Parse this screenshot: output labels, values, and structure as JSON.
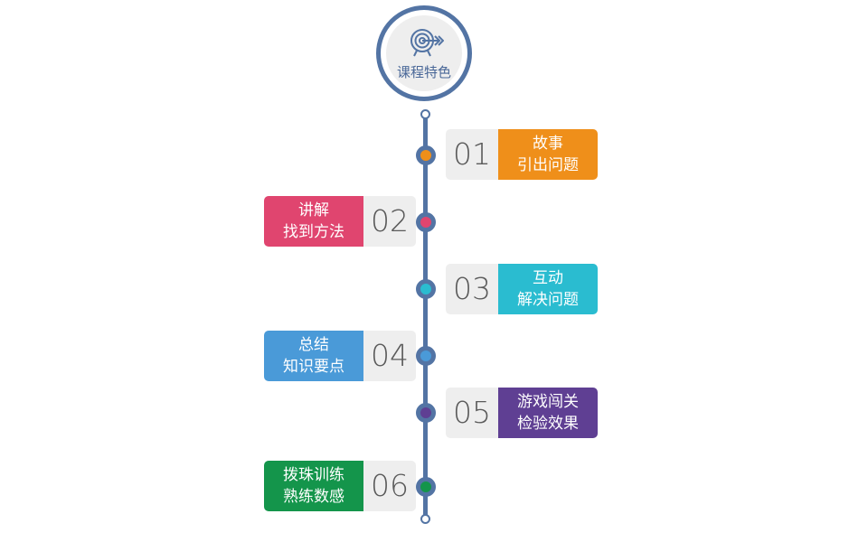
{
  "header": {
    "title": "课程特色",
    "icon": "target-icon"
  },
  "steps": [
    {
      "number": "01",
      "line1": "故事",
      "line2": "引出问题",
      "color": "#ef8f1a",
      "side": "right"
    },
    {
      "number": "02",
      "line1": "讲解",
      "line2": "找到方法",
      "color": "#e0456f",
      "side": "left"
    },
    {
      "number": "03",
      "line1": "互动",
      "line2": "解决问题",
      "color": "#2abcd0",
      "side": "right"
    },
    {
      "number": "04",
      "line1": "总结",
      "line2": "知识要点",
      "color": "#4a9ad8",
      "side": "left"
    },
    {
      "number": "05",
      "line1": "游戏闯关",
      "line2": "检验效果",
      "color": "#5f3f93",
      "side": "right"
    },
    {
      "number": "06",
      "line1": "拨珠训练",
      "line2": "熟练数感",
      "color": "#14954b",
      "side": "left"
    }
  ],
  "colors": {
    "spine": "#5374a4",
    "number_box": "#eeeeee"
  }
}
